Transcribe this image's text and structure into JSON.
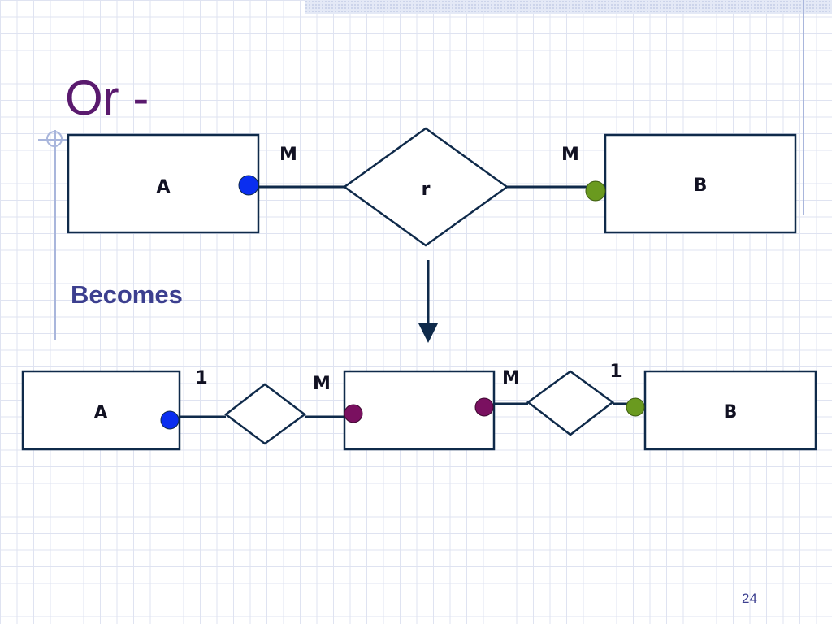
{
  "slide": {
    "title": "Or -",
    "becomes": "Becomes",
    "page_number": "24"
  },
  "top_diagram": {
    "entity_a": "A",
    "relationship": "r",
    "entity_b": "B",
    "cardinality_left": "M",
    "cardinality_right": "M"
  },
  "bottom_diagram": {
    "entity_a": "A",
    "entity_b": "B",
    "card_a": "1",
    "card_middle_left": "M",
    "card_middle_right": "M",
    "card_b": "1"
  },
  "colors": {
    "blue_dot": "#0a2ef0",
    "green_dot": "#6a9a1f",
    "purple_dot": "#7a1060",
    "outline": "#0f2a4a"
  }
}
